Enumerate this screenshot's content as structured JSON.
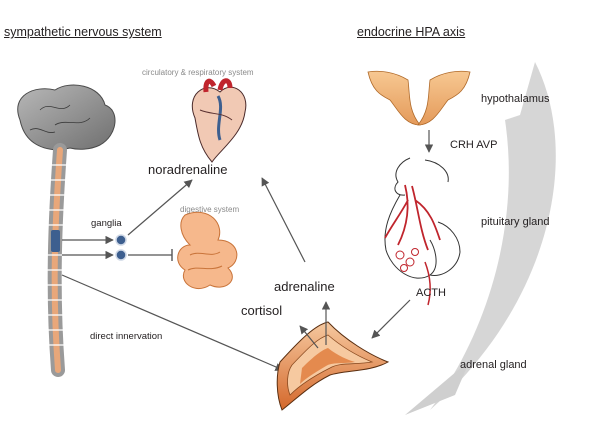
{
  "headers": {
    "left": "sympathetic nervous  system",
    "right": "endocrine HPA axis"
  },
  "labels": {
    "circulatory": "circulatory & respiratory system",
    "noradrenaline": "noradrenaline",
    "digestive": "digestive system",
    "ganglia": "ganglia",
    "direct_innervation": "direct innervation",
    "adrenaline": "adrenaline",
    "cortisol": "cortisol",
    "hypothalamus": "hypothalamus",
    "crh_avp": "CRH  AVP",
    "pituitary": "pituitary gland",
    "acth": "ACTH",
    "adrenal": "adrenal gland"
  },
  "colors": {
    "text": "#231f20",
    "arrow": "#555555",
    "spine_orange": "#e8a77a",
    "ganglia_blue": "#3d5f8f",
    "hypothalamus_orange": "#f2b27a",
    "vessel_red": "#c0252d",
    "adrenal_orange": "#e07a3a",
    "big_arrow_gray": "#c8c8c8"
  }
}
